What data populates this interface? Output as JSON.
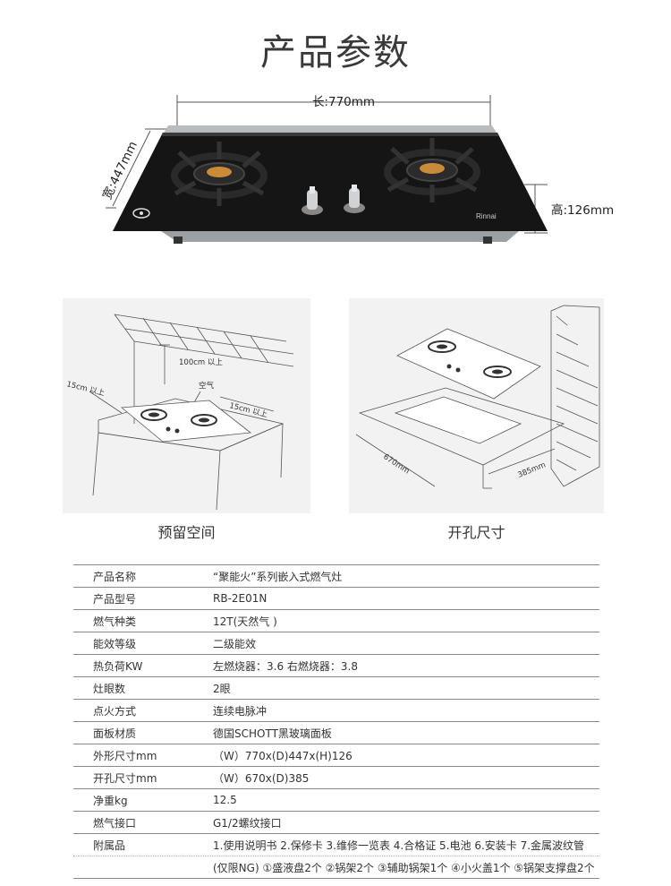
{
  "page_title": "产品参数",
  "dimensions": {
    "length": "长:770mm",
    "width": "宽:447mm",
    "height": "高:126mm"
  },
  "brand_mark": "Rinnai",
  "diagram_a": {
    "caption": "预留空间",
    "label_top": "100cm 以上",
    "label_air": "空气",
    "label_left": "15cm 以上",
    "label_right": "15cm 以上"
  },
  "diagram_b": {
    "caption": "开孔尺寸",
    "label_len": "670mm",
    "label_dep": "385mm"
  },
  "specs": [
    {
      "key": "产品名称",
      "value": "“聚能火”系列嵌入式燃气灶"
    },
    {
      "key": "产品型号",
      "value": "RB-2E01N"
    },
    {
      "key": "燃气种类",
      "value": "12T(天然气 )"
    },
    {
      "key": "能效等级",
      "value": "二级能效"
    },
    {
      "key": "热负荷KW",
      "value": "左燃烧器：3.6   右燃烧器：3.8"
    },
    {
      "key": "灶眼数",
      "value": " 2眼"
    },
    {
      "key": "点火方式",
      "value": "连续电脉冲"
    },
    {
      "key": "面板材质",
      "value": "德国SCHOTT黑玻璃面板"
    },
    {
      "key": "外形尺寸mm",
      "value": "（W）770x(D)447x(H)126"
    },
    {
      "key": "开孔尺寸mm",
      "value": "（W）670x(D)385"
    },
    {
      "key": "净重kg",
      "value": "12.5"
    },
    {
      "key": "燃气接口",
      "value": "G1/2螺纹接口"
    },
    {
      "key": "附属品",
      "value": "1.使用说明书 2.保修卡 3.维修一览表 4.合格证 5.电池 6.安装卡 7.金属波纹管"
    },
    {
      "key": "",
      "value": "(仅限NG) ①盛液盘2个 ②锅架2个 ③辅助锅架1个 ④小火盖1个 ⑤锅架支撑盘2个"
    }
  ]
}
